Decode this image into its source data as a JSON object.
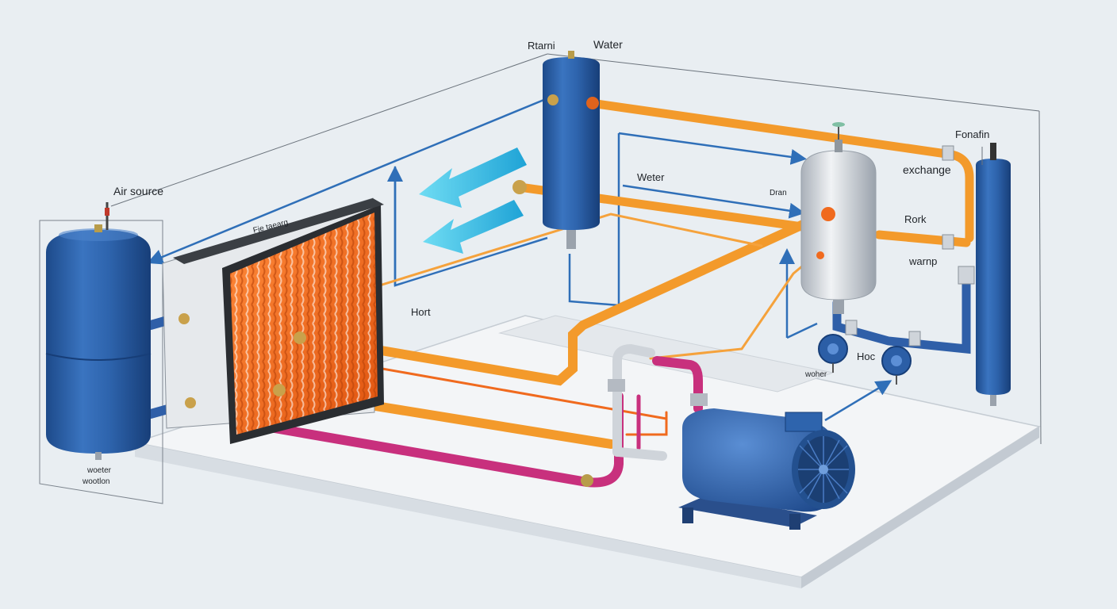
{
  "labels": {
    "air_source": "Air source",
    "fin_coil": "Fje taearg",
    "hot_left": "Hort",
    "return_top": "Rtarni",
    "water_top": "Water",
    "water_mid": "Weter",
    "drain": "Dran",
    "fonafin": "Fonafin",
    "exchange": "exchange",
    "hot_right": "Rork",
    "warp": "warnp",
    "hoc": "Hoc",
    "water_valve": "woher",
    "tank_bottom_1": "woeter",
    "tank_bottom_2": "wootlon"
  },
  "colors": {
    "hot_pipe": "#f39a2b",
    "cold_pipe": "#2f5fa8",
    "magenta_pipe": "#c8307d",
    "tank_blue": "#2e64ad",
    "coil_orange": "#f06a1e",
    "airflow_cyan": "#37c3e6",
    "base_platform": "#eef1f4",
    "steel": "#cfd4da"
  },
  "icons": [
    "air-flow-arrow-icon",
    "flow-direction-arrow-icon",
    "fan-grille-icon"
  ]
}
